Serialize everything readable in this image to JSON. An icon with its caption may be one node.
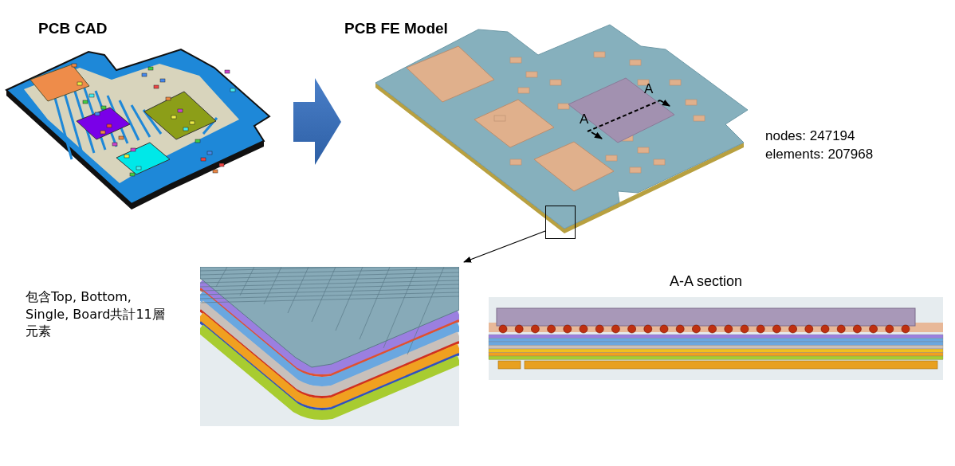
{
  "diagram": {
    "nodes": [
      {
        "text": [
          "PCB CAD"
        ]
      },
      {
        "text": [
          "PCB FE Model"
        ],
        "beside": [
          "nodes: 247194 elements: 207968"
        ]
      },
      {
        "text": [],
        "shape": "box"
      },
      {
        "text": [],
        "shape": "picture",
        "beside": [
          "包含Top, Bottom, Single, Board共計11層元素"
        ]
      },
      {
        "text": [
          "A-A section"
        ]
      }
    ],
    "edges": [
      {
        "from": 0,
        "to": 1,
        "arrow": "to"
      },
      {
        "from": 2,
        "to": 3,
        "arrow": "to"
      }
    ],
    "labels": [
      "A",
      "A"
    ]
  }
}
